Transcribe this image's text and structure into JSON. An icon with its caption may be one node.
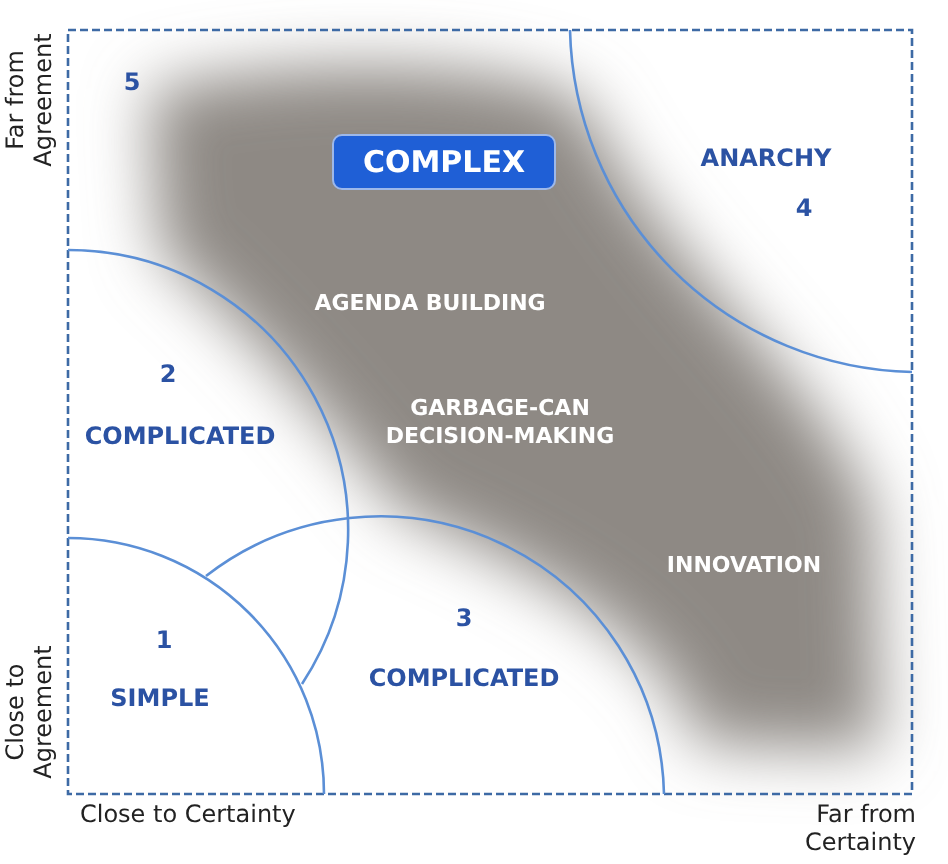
{
  "diagram": {
    "nodes": [
      {
        "text": [
          "COMPLEX"
        ]
      },
      {
        "text": [
          "ANARCHY",
          "4"
        ]
      },
      {
        "text": [
          "2",
          "COMPLICATED"
        ]
      },
      {
        "text": [
          "1",
          "SIMPLE"
        ]
      },
      {
        "text": [
          "3",
          "COMPLICATED"
        ]
      }
    ],
    "labels": [
      "Far from Agreement",
      "5",
      "AGENDA BUILDING",
      "GARBAGE-CAN DECISION-MAKING",
      "INNOVATION",
      "Close to Agreement",
      "Close to Certainty",
      "Far from Certainty"
    ]
  }
}
